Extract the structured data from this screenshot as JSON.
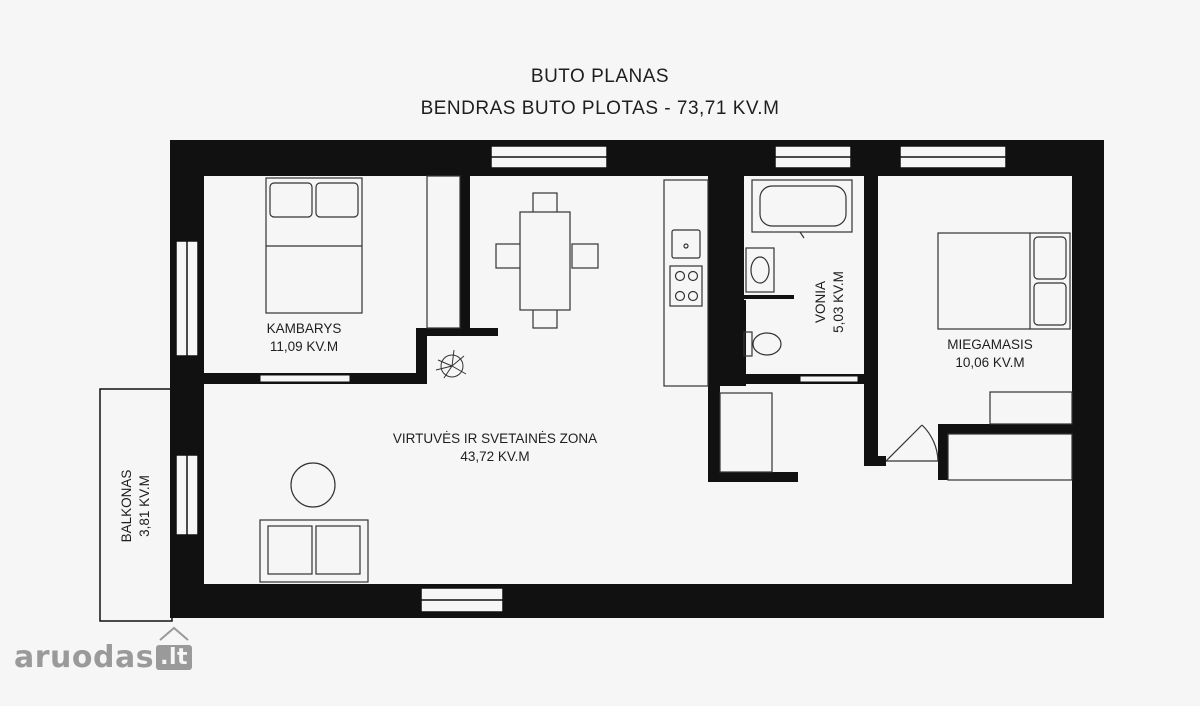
{
  "title": "BUTO PLANAS",
  "subtitle": "BENDRAS BUTO PLOTAS - 73,71 KV.M",
  "rooms": {
    "kambarys": {
      "name": "KAMBARYS",
      "area": "11,09 KV.M"
    },
    "virtuve": {
      "name": "VIRTUVĖS IR SVETAINĖS ZONA",
      "area": "43,72 KV.M"
    },
    "vonia": {
      "name": "VONIA",
      "area": "5,03 KV.M"
    },
    "miegamasis": {
      "name": "MIEGAMASIS",
      "area": "10,06 KV.M"
    },
    "balkonas": {
      "name": "BALKONAS",
      "area": "3,81 KV.M"
    }
  },
  "watermark": {
    "brand": "aruodas",
    "suffix": ".lt"
  },
  "colors": {
    "wall": "#111111",
    "background": "#f6f6f6",
    "furniture_stroke": "#333333",
    "watermark": "#9a9a9a"
  }
}
